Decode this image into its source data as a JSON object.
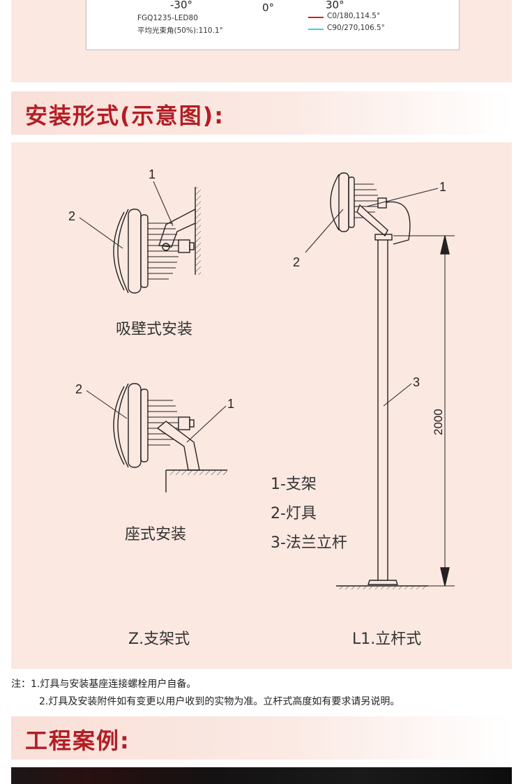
{
  "polar": {
    "angle_left": "-30°",
    "angle_center": "0°",
    "angle_right": "30°",
    "model": "FGQ1235-LED80",
    "avg_beam": "平均光束角(50%):110.1°",
    "legend": [
      {
        "label": "C0/180,114.5°",
        "color": "#d0211f"
      },
      {
        "label": "C90/270,106.5°",
        "color": "#36d3e6"
      }
    ]
  },
  "sections": {
    "install_title": "安装形式(示意图):",
    "case_title": "工程案例:"
  },
  "install": {
    "wall_caption": "吸壁式安装",
    "seat_caption": "座式安装",
    "bracket_caption": "Z.支架式",
    "pole_caption": "L1.立杆式",
    "callouts": {
      "one": "1",
      "two": "2",
      "three": "3"
    },
    "dimension": "2000",
    "legend": [
      "1-支架",
      "2-灯具",
      "3-法兰立杆"
    ]
  },
  "notes": {
    "line1": "注：1.灯具与安装基座连接螺栓用户自备。",
    "line2": "2.灯具及安装附件如有变更以用户收到的实物为准。立杆式高度如有要求请另说明。"
  }
}
